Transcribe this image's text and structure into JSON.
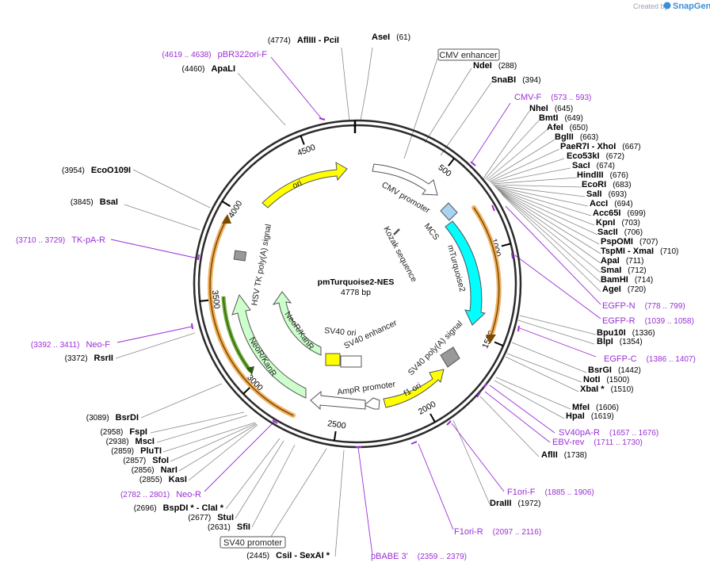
{
  "plasmid": {
    "name": "pmTurquoise2-NES",
    "length_label": "4778 bp",
    "length": 4778
  },
  "credit": {
    "prefix": "Created by",
    "brand": "SnapGene"
  },
  "ticks": [
    {
      "bp": 500,
      "label": "500"
    },
    {
      "bp": 1000,
      "label": "1000"
    },
    {
      "bp": 1500,
      "label": "1500"
    },
    {
      "bp": 2000,
      "label": "2000"
    },
    {
      "bp": 2500,
      "label": "2500"
    },
    {
      "bp": 3000,
      "label": "3000"
    },
    {
      "bp": 3500,
      "label": "3500"
    },
    {
      "bp": 4000,
      "label": "4000"
    },
    {
      "bp": 4500,
      "label": "4500"
    }
  ],
  "sites_right": [
    {
      "name": "AseI",
      "pos": "(61)",
      "bp": 61
    },
    {
      "name": "NdeI",
      "pos": "(288)",
      "bp": 288
    },
    {
      "name": "SnaBI",
      "pos": "(394)",
      "bp": 394
    },
    {
      "name": "NheI",
      "pos": "(645)",
      "bp": 645
    },
    {
      "name": "BmtI",
      "pos": "(649)",
      "bp": 649
    },
    {
      "name": "AfeI",
      "pos": "(650)",
      "bp": 650
    },
    {
      "name": "BglII",
      "pos": "(663)",
      "bp": 663
    },
    {
      "name": "PaeR7I - XhoI",
      "pos": "(667)",
      "bp": 667
    },
    {
      "name": "Eco53kI",
      "pos": "(672)",
      "bp": 672
    },
    {
      "name": "SacI",
      "pos": "(674)",
      "bp": 674
    },
    {
      "name": "HindIII",
      "pos": "(676)",
      "bp": 676
    },
    {
      "name": "EcoRI",
      "pos": "(683)",
      "bp": 683
    },
    {
      "name": "SalI",
      "pos": "(693)",
      "bp": 693
    },
    {
      "name": "AccI",
      "pos": "(694)",
      "bp": 694
    },
    {
      "name": "Acc65I",
      "pos": "(699)",
      "bp": 699
    },
    {
      "name": "KpnI",
      "pos": "(703)",
      "bp": 703
    },
    {
      "name": "SacII",
      "pos": "(706)",
      "bp": 706
    },
    {
      "name": "PspOMI",
      "pos": "(707)",
      "bp": 707
    },
    {
      "name": "TspMI - XmaI",
      "pos": "(710)",
      "bp": 710
    },
    {
      "name": "ApaI",
      "pos": "(711)",
      "bp": 711
    },
    {
      "name": "SmaI",
      "pos": "(712)",
      "bp": 712
    },
    {
      "name": "BamHI",
      "pos": "(714)",
      "bp": 714
    },
    {
      "name": "AgeI",
      "pos": "(720)",
      "bp": 720
    },
    {
      "name": "Bpu10I",
      "pos": "(1336)",
      "bp": 1336
    },
    {
      "name": "BlpI",
      "pos": "(1354)",
      "bp": 1354
    },
    {
      "name": "BsrGI",
      "pos": "(1442)",
      "bp": 1442
    },
    {
      "name": "NotI",
      "pos": "(1500)",
      "bp": 1500
    },
    {
      "name": "XbaI *",
      "pos": "(1510)",
      "bp": 1510
    },
    {
      "name": "MfeI",
      "pos": "(1606)",
      "bp": 1606
    },
    {
      "name": "HpaI",
      "pos": "(1619)",
      "bp": 1619
    },
    {
      "name": "AflII",
      "pos": "(1738)",
      "bp": 1738
    },
    {
      "name": "DraIII",
      "pos": "(1972)",
      "bp": 1972
    }
  ],
  "sites_left": [
    {
      "name": "AflIII - PciI",
      "pos": "(4774)",
      "bp": 4774
    },
    {
      "name": "ApaLI",
      "pos": "(4460)",
      "bp": 4460
    },
    {
      "name": "EcoO109I",
      "pos": "(3954)",
      "bp": 3954
    },
    {
      "name": "BsaI",
      "pos": "(3845)",
      "bp": 3845
    },
    {
      "name": "RsrII",
      "pos": "(3372)",
      "bp": 3372
    },
    {
      "name": "BsrDI",
      "pos": "(3089)",
      "bp": 3089
    },
    {
      "name": "FspI",
      "pos": "(2958)",
      "bp": 2958
    },
    {
      "name": "MscI",
      "pos": "(2938)",
      "bp": 2938
    },
    {
      "name": "PluTI",
      "pos": "(2859)",
      "bp": 2859
    },
    {
      "name": "SfoI",
      "pos": "(2857)",
      "bp": 2857
    },
    {
      "name": "NarI",
      "pos": "(2856)",
      "bp": 2856
    },
    {
      "name": "KasI",
      "pos": "(2855)",
      "bp": 2855
    },
    {
      "name": "BspDI * - ClaI *",
      "pos": "(2696)",
      "bp": 2696
    },
    {
      "name": "StuI",
      "pos": "(2677)",
      "bp": 2677
    },
    {
      "name": "SfiI",
      "pos": "(2631)",
      "bp": 2631
    },
    {
      "name": "CsiI - SexAI *",
      "pos": "(2445)",
      "bp": 2445
    }
  ],
  "primers": [
    {
      "name": "pBR322ori-F",
      "range": "(4619 .. 4638)",
      "bp": 4628
    },
    {
      "name": "CMV-F",
      "range": "(573 .. 593)",
      "bp": 583
    },
    {
      "name": "EGFP-N",
      "range": "(778 .. 799)",
      "bp": 788
    },
    {
      "name": "EGFP-R",
      "range": "(1039 .. 1058)",
      "bp": 1048
    },
    {
      "name": "EGFP-C",
      "range": "(1386 .. 1407)",
      "bp": 1396
    },
    {
      "name": "SV40pA-R",
      "range": "(1657 .. 1676)",
      "bp": 1666
    },
    {
      "name": "EBV-rev",
      "range": "(1711 .. 1730)",
      "bp": 1720
    },
    {
      "name": "F1ori-F",
      "range": "(1885 .. 1906)",
      "bp": 1895
    },
    {
      "name": "F1ori-R",
      "range": "(2097 .. 2116)",
      "bp": 2106
    },
    {
      "name": "pBABE 3'",
      "range": "(2359 .. 2379)",
      "bp": 2369
    },
    {
      "name": "TK-pA-R",
      "range": "(3710 .. 3729)",
      "bp": 3719
    },
    {
      "name": "Neo-F",
      "range": "(3392 .. 3411)",
      "bp": 3401
    },
    {
      "name": "Neo-R",
      "range": "(2782 .. 2801)",
      "bp": 2791
    }
  ],
  "boxed_labels": [
    {
      "name": "CMV enhancer"
    },
    {
      "name": "SV40 promoter"
    }
  ],
  "features": [
    {
      "name": "ori",
      "color": "#ffff00"
    },
    {
      "name": "CMV promoter",
      "color": "#ffffff"
    },
    {
      "name": "MCS",
      "color": "#a8d4f0"
    },
    {
      "name": "Kozak sequence",
      "color": "#555555"
    },
    {
      "name": "mTurquoise2",
      "color": "#00ffff"
    },
    {
      "name": "SV40 poly(A) signal",
      "color": "#999999"
    },
    {
      "name": "f1 ori",
      "color": "#ffff00"
    },
    {
      "name": "AmpR promoter",
      "color": "#ffffff"
    },
    {
      "name": "SV40 ori",
      "color": "#ffff00"
    },
    {
      "name": "SV40 enhancer",
      "color": "#ffffff"
    },
    {
      "name": "NeoR/KanR",
      "color": "#ccffcc"
    },
    {
      "name": "NeoR/KanR",
      "color": "#ccffcc"
    },
    {
      "name": "HSV TK poly(A) signal",
      "color": "#999999"
    }
  ],
  "colors": {
    "primer": "#9a2fd6",
    "ring": "#2b2b2b",
    "orf": "#f0b060",
    "orf_green": "#6aa832"
  }
}
